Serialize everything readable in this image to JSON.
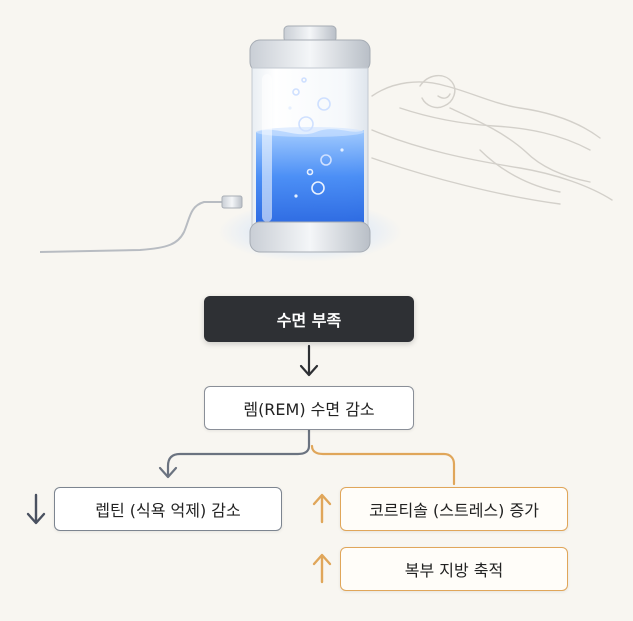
{
  "diagram": {
    "nodes": {
      "sleep_deprivation": "수면 부족",
      "rem_decrease": "렘(REM) 수면 감소",
      "leptin_decrease": "렙틴 (식욕 억제) 감소",
      "cortisol_increase": "코르티솔 (스트레스) 증가",
      "belly_fat": "복부 지방 축적"
    },
    "indicators": {
      "leptin": "down",
      "cortisol": "up",
      "belly_fat": "up"
    },
    "icons": {
      "battery": "battery-icon",
      "sleeping_person": "sleeping-person-icon"
    },
    "colors": {
      "dark_box": "#2e3034",
      "gray_connector": "#6b7380",
      "orange_connector": "#e0a65a",
      "battery_liquid": "#3b82f6"
    }
  }
}
